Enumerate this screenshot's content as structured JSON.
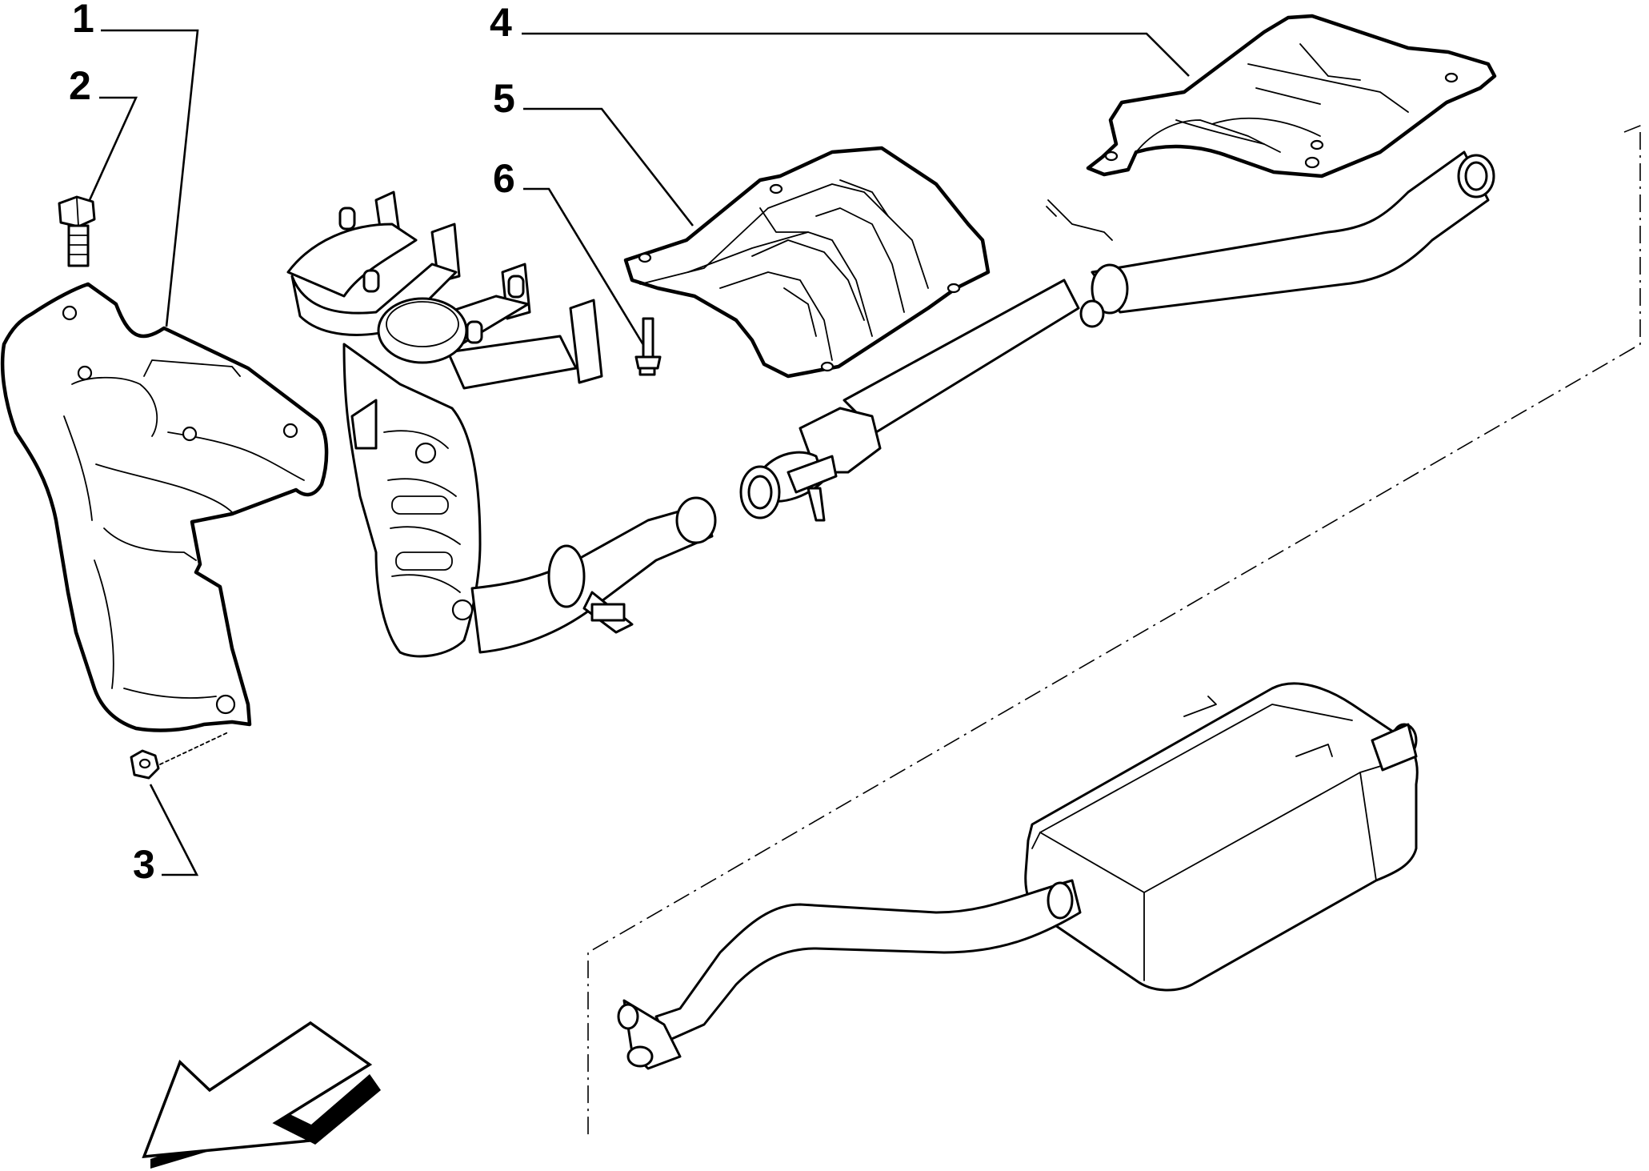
{
  "diagram": {
    "callouts": [
      {
        "id": "1",
        "label": "1"
      },
      {
        "id": "2",
        "label": "2"
      },
      {
        "id": "3",
        "label": "3"
      },
      {
        "id": "4",
        "label": "4"
      },
      {
        "id": "5",
        "label": "5"
      },
      {
        "id": "6",
        "label": "6"
      }
    ],
    "parts": [
      {
        "id": "manifold-heat-shield",
        "callout": "1"
      },
      {
        "id": "bolt",
        "callout": "2"
      },
      {
        "id": "nut",
        "callout": "3"
      },
      {
        "id": "rear-heat-shield",
        "callout": "4"
      },
      {
        "id": "central-heat-shield",
        "callout": "5"
      },
      {
        "id": "screw",
        "callout": "6"
      }
    ],
    "icons": [
      "direction-arrow-icon"
    ]
  }
}
